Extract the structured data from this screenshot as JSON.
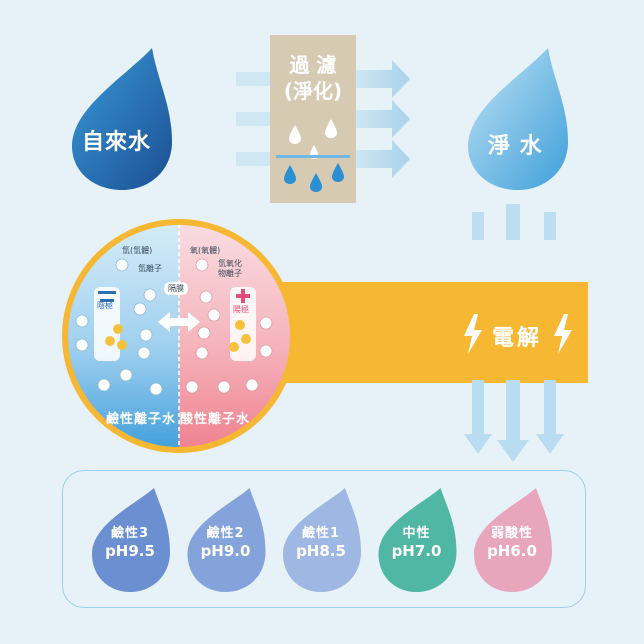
{
  "tap_water": {
    "label": "自來水",
    "color": "#1f6fb0"
  },
  "filter": {
    "line1": "過 濾",
    "line2": "(淨化)",
    "color": "#d6cab3"
  },
  "pure_water": {
    "label": "淨 水",
    "color": "#5eb6e4"
  },
  "electrolysis": {
    "label": "電解",
    "color": "#f6b733"
  },
  "cell": {
    "membrane_label": "隔膜",
    "left_gas": "氫(氫體)",
    "left_ion": "氫離子",
    "right_gas": "氧(氧體)",
    "right_ion_line1": "氫氧化",
    "right_ion_line2": "物離子",
    "cathode_label": "陰極",
    "anode_label": "陽極",
    "left_label": "鹼性離子水",
    "right_label": "酸性離子水",
    "left_color": "#59aee0",
    "right_color": "#f19ca5"
  },
  "levels": [
    {
      "name": "鹼性3",
      "ph": "pH9.5",
      "color": "#6b8fd0"
    },
    {
      "name": "鹼性2",
      "ph": "pH9.0",
      "color": "#84a3da"
    },
    {
      "name": "鹼性1",
      "ph": "pH8.5",
      "color": "#9fb7e3"
    },
    {
      "name": "中性",
      "ph": "pH7.0",
      "color": "#4fb7a3"
    },
    {
      "name": "弱酸性",
      "ph": "pH6.0",
      "color": "#e8a6bd"
    }
  ]
}
